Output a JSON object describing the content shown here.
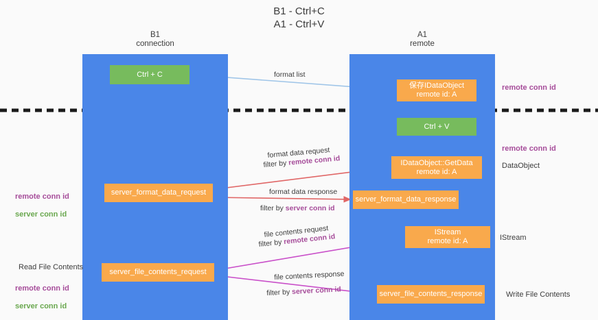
{
  "title": "B1 - Ctrl+C\nA1 - Ctrl+V",
  "lanes": [
    {
      "name": "b1",
      "header": "B1\nconnection"
    },
    {
      "name": "a1",
      "header": "A1\nremote"
    }
  ],
  "boxes": {
    "ctrl_c": "Ctrl + C",
    "idataobject": "保存IDataObject\nremote id: A",
    "ctrl_v": "Ctrl + V",
    "getdata": "IDataObject::GetData\nremote id: A",
    "server_format_data_request": "server_format_data_request",
    "server_format_data_response": "server_format_data_response",
    "istream": "IStream\nremote id: A",
    "server_file_contents_request": "server_file_contents_request",
    "server_file_contents_response": "server_file_contents_response"
  },
  "side_labels": {
    "remote_conn_id_top": "remote conn id",
    "remote_conn_id_mid": "remote conn id",
    "dataobject": "DataObject",
    "istream": "IStream",
    "write_file_contents": "Write File Contents",
    "read_file_contents": "Read File Contents",
    "left_remote_conn_id": "remote conn id",
    "left_server_conn_id": "server conn id",
    "left_remote_conn_id_2": "remote conn id",
    "left_server_conn_id_2": "server conn id"
  },
  "edge_labels": {
    "format_list": "format list",
    "format_data_request": "format data request",
    "format_data_request_filter_prefix": "filter by ",
    "format_data_request_filter_key": "remote conn id",
    "format_data_response": "format data response",
    "format_data_response_filter_prefix": "filter by ",
    "format_data_response_filter_key": "server conn id",
    "file_contents_request": "file contents request",
    "file_contents_request_filter_prefix": "filter by ",
    "file_contents_request_filter_key": "remote conn id",
    "file_contents_response": "file contents response",
    "file_contents_response_filter_prefix": "filter by ",
    "file_contents_response_filter_key": "server conn id"
  },
  "colors": {
    "lane": "#4a86e8",
    "box_green": "#77bb5d",
    "box_orange": "#f9a94c",
    "purple": "#a64d9a",
    "green_text": "#6aa84f",
    "arrow_blue": "#9fc5e8",
    "arrow_red": "#e06666",
    "arrow_magenta": "#c94fc9",
    "arrow_black": "#000000",
    "divider": "#1a1a1a",
    "background": "#fafafa"
  }
}
